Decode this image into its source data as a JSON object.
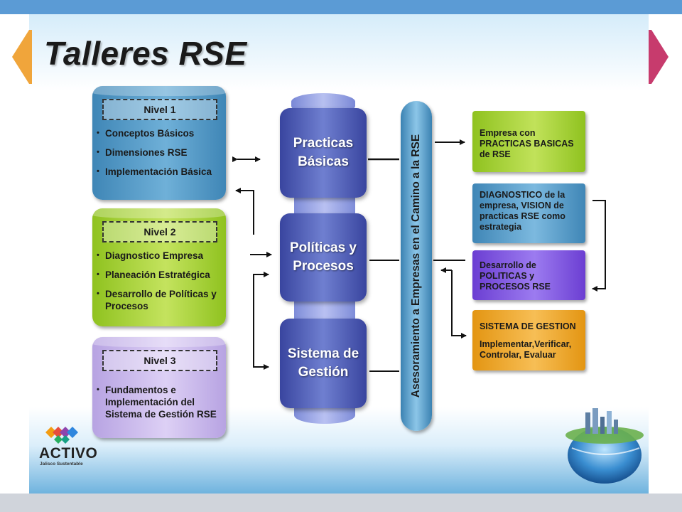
{
  "slide": {
    "title": "Talleres RSE"
  },
  "levels": [
    {
      "label": "Nivel 1",
      "items": [
        "Conceptos Básicos",
        "Dimensiones RSE",
        "Implementación Básica"
      ]
    },
    {
      "label": "Nivel 2",
      "items": [
        "Diagnostico Empresa",
        "Planeación Estratégica",
        "Desarrollo de Políticas y Procesos"
      ]
    },
    {
      "label": "Nivel 3",
      "items": [
        "Fundamentos e Implementación del Sistema de Gestión RSE"
      ]
    }
  ],
  "tower": {
    "seg1": "Practicas Básicas",
    "seg2": "Políticas y Procesos",
    "seg3": "Sistema de Gestión"
  },
  "vertical_bar": "Asesoramiento a Empresas en el Camino a la RSE",
  "results": {
    "r1": "Empresa con PRACTICAS BASICAS de RSE",
    "r2": "DIAGNOSTICO de la empresa, VISION de practicas RSE como estrategia",
    "r3": "Desarrollo de POLITICAS y PROCESOS RSE",
    "r4_title": "SISTEMA DE GESTION",
    "r4_sub": "Implementar,Verificar, Controlar, Evaluar"
  },
  "logo": {
    "name": "ACTIVO",
    "tagline": "Jalisco Sustentable"
  },
  "colors": {
    "level1": "#3f86b6",
    "level2": "#8fc21f",
    "level3": "#b7a3e2",
    "tower": "#39459f",
    "system": "#e39512",
    "politicas": "#6b3ed2"
  }
}
